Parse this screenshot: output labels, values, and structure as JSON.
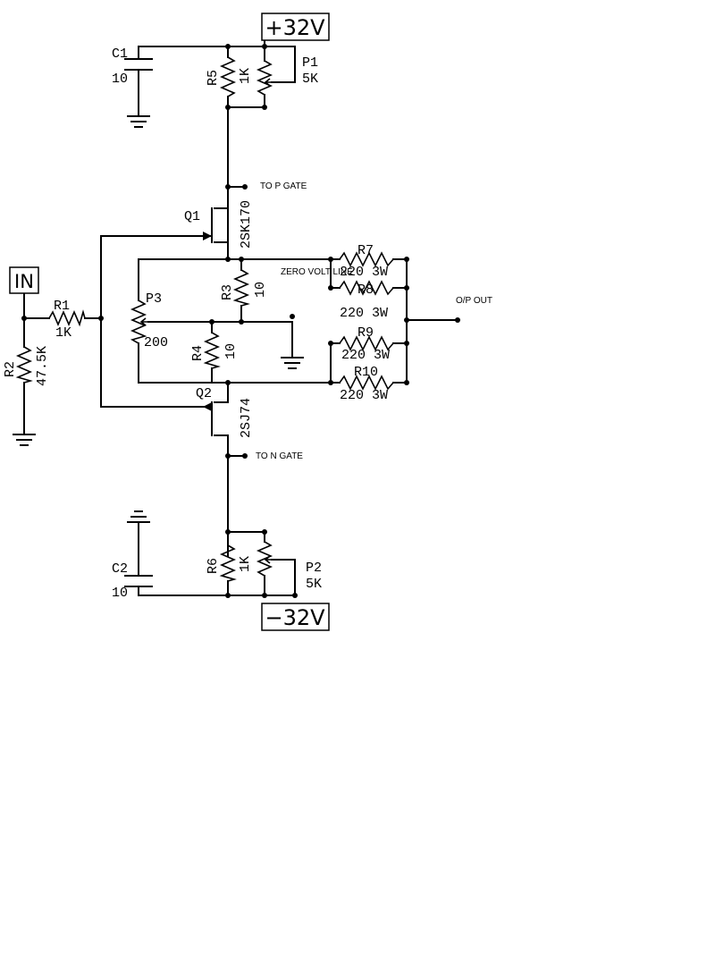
{
  "supply": {
    "positive": "+32V",
    "negative": "−32V"
  },
  "input": {
    "label": "IN"
  },
  "output": {
    "label": "O/P OUT"
  },
  "notes": {
    "top_gate": "TO P GATE",
    "bottom_gate": "TO N GATE",
    "zero_volt": "ZERO VOLT LINE"
  },
  "components": {
    "C1": {
      "ref": "C1",
      "value": "10"
    },
    "C2": {
      "ref": "C2",
      "value": "10"
    },
    "R1": {
      "ref": "R1",
      "value": "1K"
    },
    "R2": {
      "ref": "R2",
      "value": "47.5K"
    },
    "R3": {
      "ref": "R3",
      "value": "10"
    },
    "R4": {
      "ref": "R4",
      "value": "10"
    },
    "R5": {
      "ref": "R5",
      "value": "1K"
    },
    "R6": {
      "ref": "R6",
      "value": "1K"
    },
    "R7": {
      "ref": "R7",
      "value": "220 3W"
    },
    "R8": {
      "ref": "R8",
      "value": "220 3W"
    },
    "R9": {
      "ref": "R9",
      "value": "220 3W"
    },
    "R10": {
      "ref": "R10",
      "value": "220 3W"
    },
    "P1": {
      "ref": "P1",
      "value": "5K"
    },
    "P2": {
      "ref": "P2",
      "value": "5K"
    },
    "P3": {
      "ref": "P3",
      "value": "200"
    },
    "Q1": {
      "ref": "Q1",
      "value": "2SK170"
    },
    "Q2": {
      "ref": "Q2",
      "value": "2SJ74"
    }
  }
}
